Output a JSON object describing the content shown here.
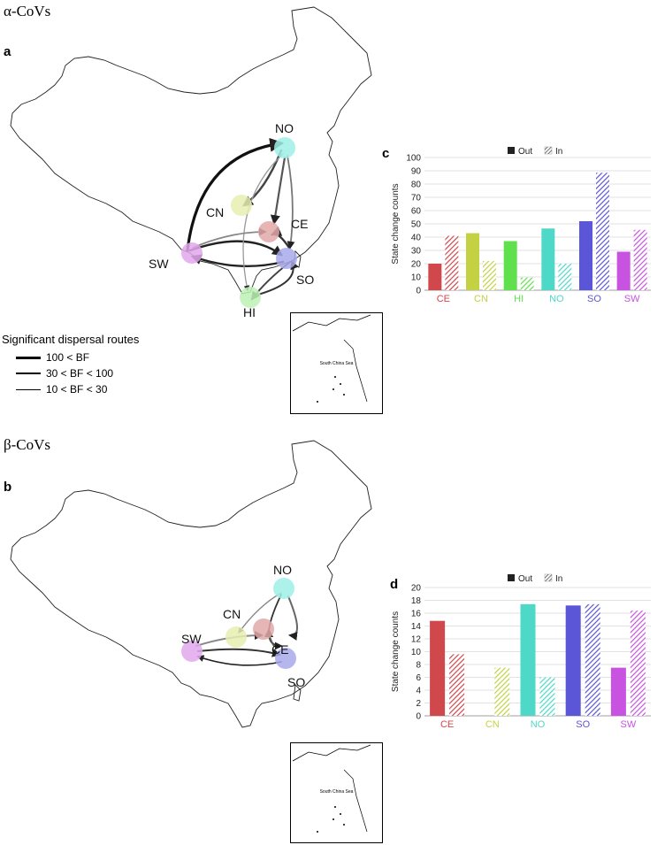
{
  "sections": {
    "alpha": {
      "title": "α-CoVs",
      "map_letter": "a",
      "chart_letter": "c"
    },
    "beta": {
      "title": "β-CoVs",
      "map_letter": "b",
      "chart_letter": "d"
    }
  },
  "map_nodes": {
    "NO": {
      "label": "NO",
      "color": "#9ff0e6"
    },
    "CN": {
      "label": "CN",
      "color": "#e6efb0"
    },
    "CE": {
      "label": "CE",
      "color": "#e2a8a8"
    },
    "SW": {
      "label": "SW",
      "color": "#e2a8ec"
    },
    "SO": {
      "label": "SO",
      "color": "#a9a9ec"
    },
    "HI": {
      "label": "HI",
      "color": "#bdf1b5"
    }
  },
  "inset_label": "South China Sea",
  "legend": {
    "title": "Significant dispersal routes",
    "items": [
      {
        "label": "100 < BF"
      },
      {
        "label": "30 < BF < 100"
      },
      {
        "label": "10 < BF < 30"
      }
    ]
  },
  "colors": {
    "CE": "#d0474c",
    "CN": "#c4d142",
    "HI": "#5fe04c",
    "NO": "#4ed8c8",
    "SO": "#5b55d8",
    "SW": "#c753e0"
  },
  "chart_data": [
    {
      "type": "bar",
      "ylabel": "State change counts",
      "xlabel": "",
      "ylim": [
        0,
        100
      ],
      "yticks": [
        0,
        10,
        20,
        30,
        40,
        50,
        60,
        70,
        80,
        90,
        100
      ],
      "categories": [
        "CE",
        "CN",
        "HI",
        "NO",
        "SO",
        "SW"
      ],
      "series": [
        {
          "name": "Out",
          "pattern": "solid",
          "values": [
            20,
            43,
            37,
            46.5,
            52,
            29
          ]
        },
        {
          "name": "In",
          "pattern": "hatched",
          "values": [
            41,
            22,
            9.5,
            20,
            88.5,
            45.5
          ]
        }
      ],
      "grid": true,
      "legend_position": "top"
    },
    {
      "type": "bar",
      "ylabel": "State change counts",
      "xlabel": "",
      "ylim": [
        0,
        20
      ],
      "yticks": [
        0,
        2,
        4,
        6,
        8,
        10,
        12,
        14,
        16,
        18,
        20
      ],
      "categories": [
        "CE",
        "CN",
        "NO",
        "SO",
        "SW"
      ],
      "series": [
        {
          "name": "Out",
          "pattern": "solid",
          "values": [
            14.8,
            0,
            17.4,
            17.2,
            7.5
          ]
        },
        {
          "name": "In",
          "pattern": "hatched",
          "values": [
            9.6,
            7.5,
            6,
            17.4,
            16.4
          ]
        }
      ],
      "grid": true,
      "legend_position": "top"
    }
  ]
}
